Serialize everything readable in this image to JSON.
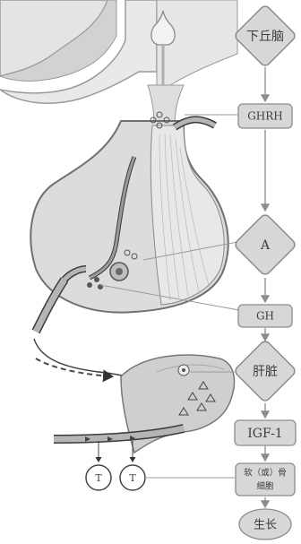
{
  "flow": {
    "hypothalamus": "下丘脑",
    "ghrh": "GHRH",
    "anterior_pituitary": "A",
    "gh": "GH",
    "liver": "肝脏",
    "igf1": "IGF-1",
    "cartilage_line1": "软（或）骨",
    "cartilage_line2": "细胞",
    "growth": "生长"
  },
  "tcells": [
    "T",
    "T"
  ],
  "colors": {
    "node_fill": "#d7d7d7",
    "node_stroke": "#8c8c8c",
    "text": "#3d3d3d",
    "gland": "#dcdcdc",
    "liver": "#cfcfcf",
    "arrow": "#8c8c8c"
  }
}
